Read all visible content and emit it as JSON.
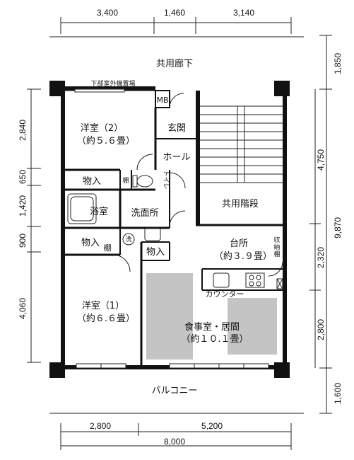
{
  "labels": {
    "corridor": "共用廊下",
    "balcony": "バルコニー",
    "outdoor_unit": "下部室外機置場",
    "mb": "MB",
    "western2_name": "洋室（2）",
    "western2_size": "（約５.６畳）",
    "entrance": "玄関",
    "hall": "ホール",
    "storage1": "物入",
    "shelf1": "棚",
    "toilet": "トイレ",
    "bath": "浴室",
    "washroom": "洗面所",
    "storage2": "物入",
    "shelf2": "棚",
    "wash": "洗",
    "storage3": "物入",
    "stairs": "共用階段",
    "kitchen_name": "台所",
    "kitchen_size": "（約３.９畳）",
    "closet": "収納棚",
    "counter": "カウンター",
    "western1_name": "洋室（1）",
    "western1_size": "（約６.６畳）",
    "living_name": "食事室・居間",
    "living_size": "（約１０.１畳）"
  },
  "dims": {
    "top": [
      "3,400",
      "1,460",
      "3,140"
    ],
    "bottom": [
      "2,800",
      "5,200"
    ],
    "bottom_total": "8,000",
    "left": [
      "2,840",
      "650",
      "1,420",
      "900",
      "4,060"
    ],
    "right_outer": [
      "1,850",
      "4,750",
      "9,870",
      "1,600"
    ],
    "right_inner": [
      "2,320",
      "2,800"
    ]
  },
  "colors": {
    "wall": "#111111",
    "floor_fill": "#c4c4c4"
  }
}
